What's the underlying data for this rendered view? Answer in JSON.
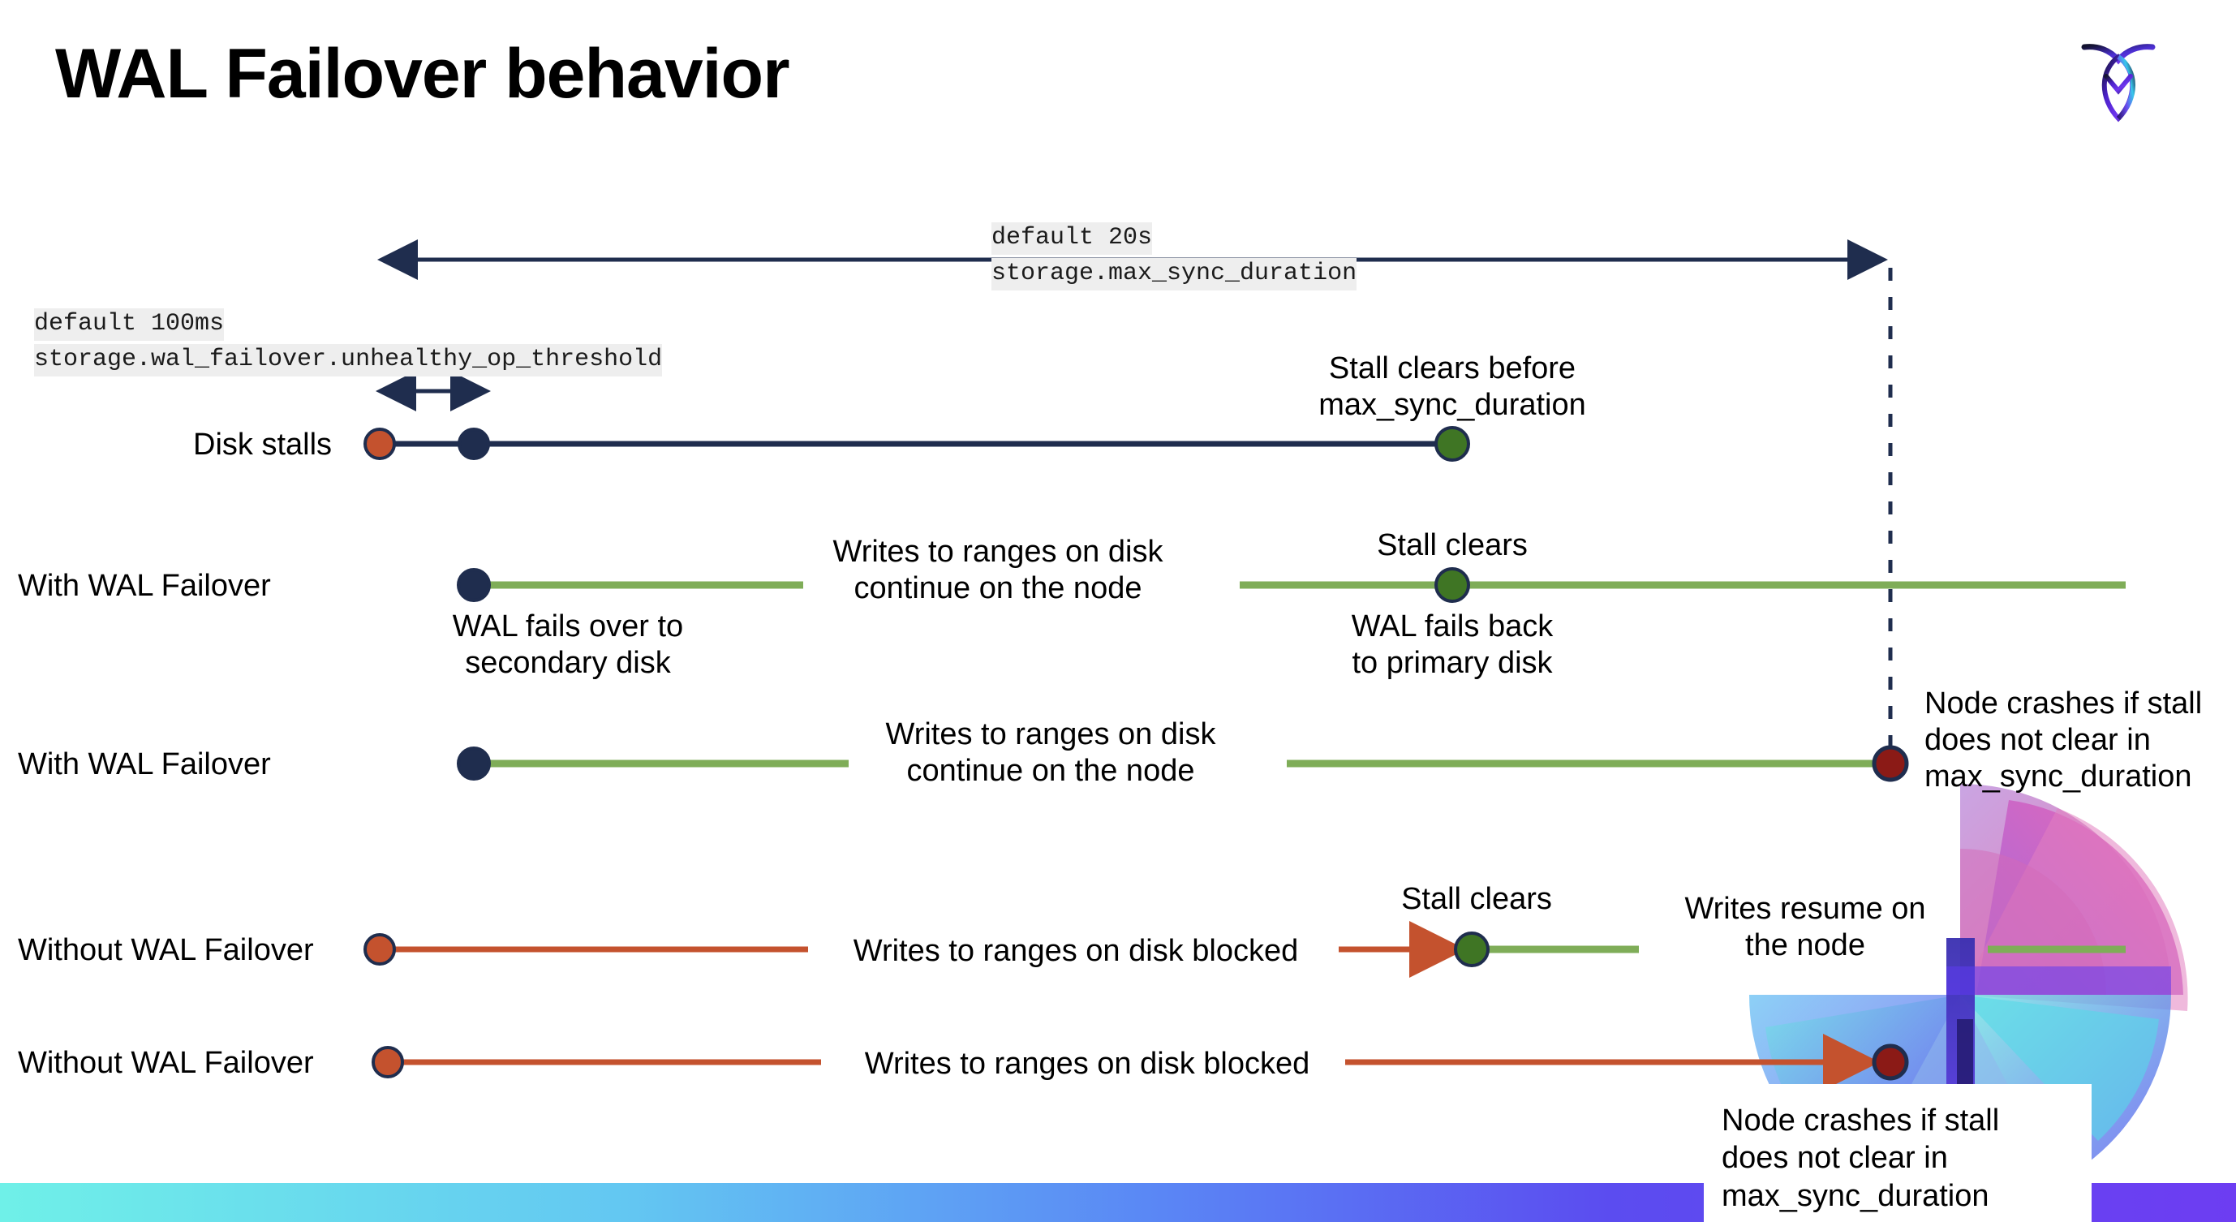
{
  "page": {
    "title": "WAL Failover behavior",
    "logo_name": "cockroachdb-logo"
  },
  "colors": {
    "navy": "#1f2d4e",
    "green_line": "#7fad58",
    "green_dot": "#3f7524",
    "orange": "#c4522e",
    "dark_red": "#8b1a16",
    "code_bg": "#eeeeee",
    "bar_gradient_start": "#6ff0e8",
    "bar_gradient_end": "#6d3df2"
  },
  "settings": {
    "max_sync_duration": {
      "default_label": "default 20s",
      "name": "storage.max_sync_duration"
    },
    "unhealthy_op_threshold": {
      "default_label": "default 100ms",
      "name": "storage.wal_failover.unhealthy_op_threshold"
    }
  },
  "rows": [
    {
      "id": "disk-stalls",
      "label": "Disk stalls",
      "annotations": [
        "Stall clears before\nmax_sync_duration"
      ]
    },
    {
      "id": "with-wal-failover-1",
      "label": "With WAL Failover",
      "annotations": [
        "Writes to ranges on disk\ncontinue on the node",
        "WAL fails over to\nsecondary disk",
        "Stall clears",
        "WAL fails  back\nto primary disk"
      ]
    },
    {
      "id": "with-wal-failover-2",
      "label": "With WAL Failover",
      "annotations": [
        "Writes to ranges on disk\ncontinue on the node",
        "Node crashes if stall\ndoes not clear in\nmax_sync_duration"
      ]
    },
    {
      "id": "without-wal-failover-1",
      "label": "Without WAL Failover",
      "annotations": [
        "Writes to ranges on disk  blocked",
        "Stall clears",
        "Writes resume on\nthe node"
      ]
    },
    {
      "id": "without-wal-failover-2",
      "label": "Without WAL Failover",
      "annotations": [
        "Writes to ranges on disk  blocked",
        "Node crashes if stall\ndoes not clear in\nmax_sync_duration"
      ]
    }
  ],
  "markers": {
    "stall_start": "stall-start-marker",
    "failover": "failover-marker",
    "stall_clear": "stall-clear-marker",
    "node_crash": "node-crash-marker"
  }
}
